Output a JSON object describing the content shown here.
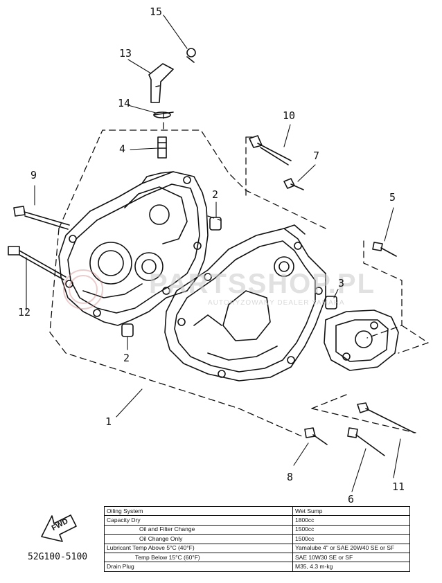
{
  "callouts": {
    "c1": "1",
    "c2a": "2",
    "c2b": "2",
    "c3": "3",
    "c4": "4",
    "c5": "5",
    "c6": "6",
    "c7": "7",
    "c8": "8",
    "c9": "9",
    "c10": "10",
    "c11": "11",
    "c12": "12",
    "c13": "13",
    "c14": "14",
    "c15": "15"
  },
  "watermark": {
    "text": "PARTSSHOP.PL",
    "sub": "AUTORYZOWANY DEALER YAMAHA"
  },
  "fwd": "FWD",
  "part_code": "52G100-5100",
  "spec_table": {
    "rows": [
      {
        "label": "Oiling System",
        "value": "Wet Sump"
      },
      {
        "label": "Capacity  Dry",
        "value": "1800cc"
      },
      {
        "label": "Oil and Filter Change",
        "value": "1500cc"
      },
      {
        "label": "Oil Change Only",
        "value": "1500cc"
      },
      {
        "label": "Lubricant  Temp Above 5°C (40°F)",
        "value": "Yamalube 4\" or SAE 20W40 SE or SF"
      },
      {
        "label": "Temp Below 15°C (60°F)",
        "value": "SAE 10W30 SE or SF"
      },
      {
        "label": "Drain Plug",
        "value": "M35, 4.3 m-kg"
      }
    ]
  },
  "colors": {
    "ink": "#111111",
    "watermark": "#c9c9c9"
  }
}
